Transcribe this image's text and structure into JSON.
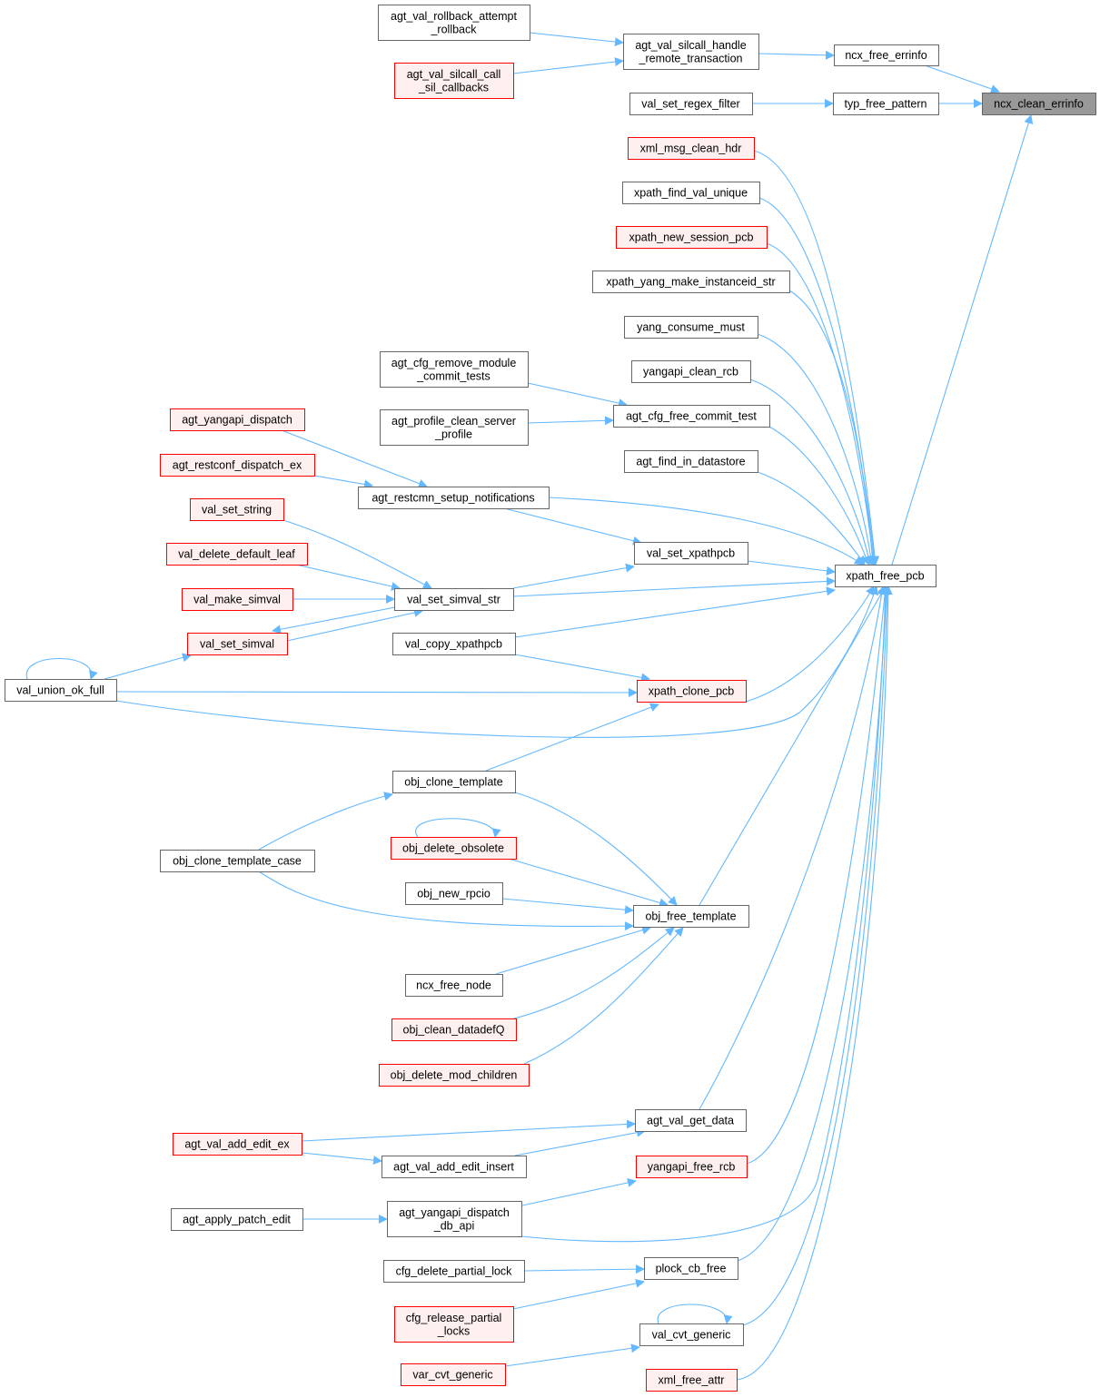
{
  "graph": {
    "title": "ncx_clean_errinfo caller graph",
    "colors": {
      "edge": "#63b8ff",
      "focus_fill": "#999999",
      "red_border": "#ff0000",
      "red_fill": "#fff0f0",
      "border": "#666666"
    },
    "nodes": [
      {
        "lines": [
          "agt_val_rollback_attempt",
          "_rollback"
        ],
        "kind": "normal"
      },
      {
        "lines": [
          "agt_val_silcall_call",
          "_sil_callbacks"
        ],
        "kind": "red"
      },
      {
        "lines": [
          "agt_val_silcall_handle",
          "_remote_transaction"
        ],
        "kind": "normal"
      },
      {
        "lines": [
          "ncx_free_errinfo"
        ],
        "kind": "normal"
      },
      {
        "lines": [
          "val_set_regex_filter"
        ],
        "kind": "normal"
      },
      {
        "lines": [
          "typ_free_pattern"
        ],
        "kind": "normal"
      },
      {
        "lines": [
          "ncx_clean_errinfo"
        ],
        "kind": "focus"
      },
      {
        "lines": [
          "xml_msg_clean_hdr"
        ],
        "kind": "red"
      },
      {
        "lines": [
          "xpath_find_val_unique"
        ],
        "kind": "normal"
      },
      {
        "lines": [
          "xpath_new_session_pcb"
        ],
        "kind": "red"
      },
      {
        "lines": [
          "xpath_yang_make_instanceid_str"
        ],
        "kind": "normal"
      },
      {
        "lines": [
          "yang_consume_must"
        ],
        "kind": "normal"
      },
      {
        "lines": [
          "yangapi_clean_rcb"
        ],
        "kind": "normal"
      },
      {
        "lines": [
          "agt_cfg_remove_module",
          "_commit_tests"
        ],
        "kind": "normal"
      },
      {
        "lines": [
          "agt_profile_clean_server",
          "_profile"
        ],
        "kind": "normal"
      },
      {
        "lines": [
          "agt_cfg_free_commit_test"
        ],
        "kind": "normal"
      },
      {
        "lines": [
          "agt_yangapi_dispatch"
        ],
        "kind": "red"
      },
      {
        "lines": [
          "agt_find_in_datastore"
        ],
        "kind": "normal"
      },
      {
        "lines": [
          "agt_restconf_dispatch_ex"
        ],
        "kind": "red"
      },
      {
        "lines": [
          "agt_restcmn_setup_notifications"
        ],
        "kind": "normal"
      },
      {
        "lines": [
          "val_set_string"
        ],
        "kind": "red"
      },
      {
        "lines": [
          "val_set_xpathpcb"
        ],
        "kind": "normal"
      },
      {
        "lines": [
          "val_delete_default_leaf"
        ],
        "kind": "red"
      },
      {
        "lines": [
          "xpath_free_pcb"
        ],
        "kind": "normal"
      },
      {
        "lines": [
          "val_make_simval"
        ],
        "kind": "red"
      },
      {
        "lines": [
          "val_set_simval_str"
        ],
        "kind": "normal"
      },
      {
        "lines": [
          "val_set_simval"
        ],
        "kind": "red"
      },
      {
        "lines": [
          "val_copy_xpathpcb"
        ],
        "kind": "normal"
      },
      {
        "lines": [
          "val_union_ok_full"
        ],
        "kind": "normal"
      },
      {
        "lines": [
          "xpath_clone_pcb"
        ],
        "kind": "red"
      },
      {
        "lines": [
          "obj_clone_template"
        ],
        "kind": "normal"
      },
      {
        "lines": [
          "obj_delete_obsolete"
        ],
        "kind": "red"
      },
      {
        "lines": [
          "obj_clone_template_case"
        ],
        "kind": "normal"
      },
      {
        "lines": [
          "obj_new_rpcio"
        ],
        "kind": "normal"
      },
      {
        "lines": [
          "obj_free_template"
        ],
        "kind": "normal"
      },
      {
        "lines": [
          "ncx_free_node"
        ],
        "kind": "normal"
      },
      {
        "lines": [
          "obj_clean_datadefQ"
        ],
        "kind": "red"
      },
      {
        "lines": [
          "obj_delete_mod_children"
        ],
        "kind": "red"
      },
      {
        "lines": [
          "agt_val_get_data"
        ],
        "kind": "normal"
      },
      {
        "lines": [
          "agt_val_add_edit_ex"
        ],
        "kind": "red"
      },
      {
        "lines": [
          "agt_val_add_edit_insert"
        ],
        "kind": "normal"
      },
      {
        "lines": [
          "yangapi_free_rcb"
        ],
        "kind": "red"
      },
      {
        "lines": [
          "agt_apply_patch_edit"
        ],
        "kind": "normal"
      },
      {
        "lines": [
          "agt_yangapi_dispatch",
          "_db_api"
        ],
        "kind": "normal"
      },
      {
        "lines": [
          "plock_cb_free"
        ],
        "kind": "normal"
      },
      {
        "lines": [
          "cfg_delete_partial_lock"
        ],
        "kind": "normal"
      },
      {
        "lines": [
          "cfg_release_partial",
          "_locks"
        ],
        "kind": "red"
      },
      {
        "lines": [
          "val_cvt_generic"
        ],
        "kind": "normal"
      },
      {
        "lines": [
          "var_cvt_generic"
        ],
        "kind": "red"
      },
      {
        "lines": [
          "xml_free_attr"
        ],
        "kind": "red"
      }
    ]
  }
}
